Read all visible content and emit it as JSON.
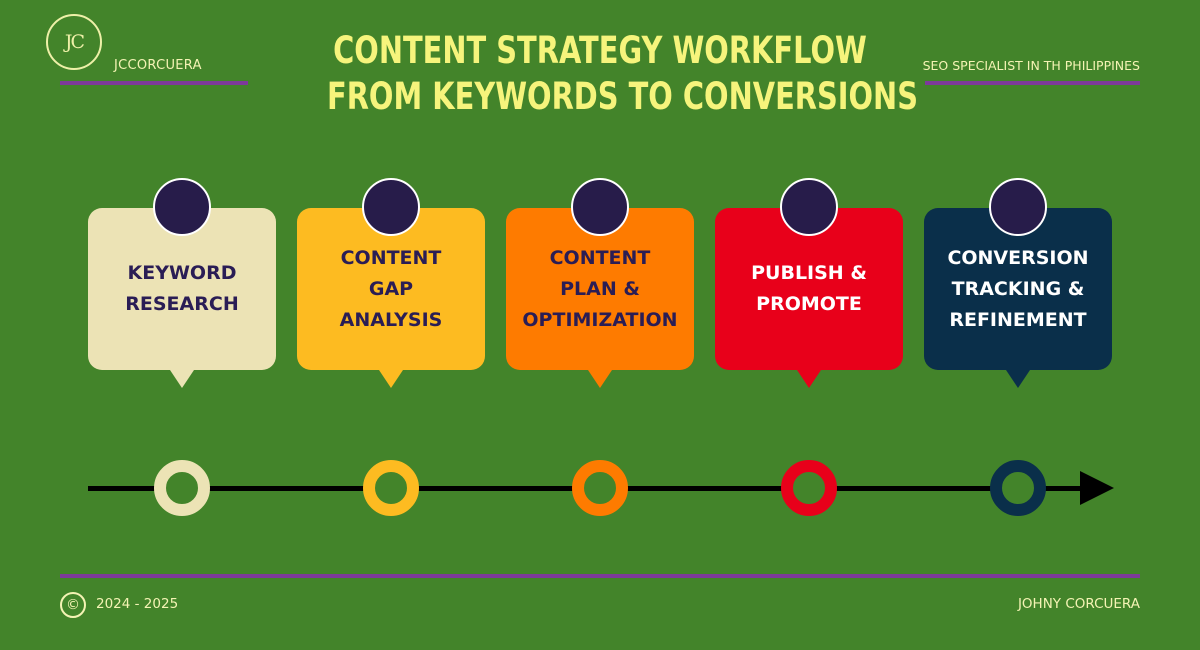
{
  "header": {
    "logo_text": "JC",
    "brand": "JCCORCUERA",
    "tagline": "SEO SPECIALIST IN TH PHILIPPINES",
    "title_line1": "CONTENT STRATEGY WORKFLOW",
    "title_line2": "FROM KEYWORDS TO CONVERSIONS"
  },
  "steps": [
    {
      "label": "KEYWORD\nRESEARCH",
      "card_color": "#ece3b5",
      "text_color": "#2a1d55",
      "node_color": "#ece3b5"
    },
    {
      "label": "CONTENT\nGAP\nANALYSIS",
      "card_color": "#fdbb21",
      "text_color": "#2a1d55",
      "node_color": "#fdbb21"
    },
    {
      "label": "CONTENT\nPLAN &\nOPTIMIZATION",
      "card_color": "#fe7b00",
      "text_color": "#2a1d55",
      "node_color": "#fe7b00"
    },
    {
      "label": "PUBLISH &\nPROMOTE",
      "card_color": "#e8001a",
      "text_color": "#ffffff",
      "node_color": "#e8001a"
    },
    {
      "label": "CONVERSION\nTRACKING &\nREFINEMENT",
      "card_color": "#0a2f4a",
      "text_color": "#ffffff",
      "node_color": "#0a2f4a"
    }
  ],
  "footer": {
    "copyright_symbol": "©",
    "years": "2024 - 2025",
    "author": "JOHNY CORCUERA"
  },
  "colors": {
    "background": "#43842a",
    "accent_rule": "#7d3a9a",
    "title": "#f6f47c",
    "badge": "#271c4a"
  }
}
